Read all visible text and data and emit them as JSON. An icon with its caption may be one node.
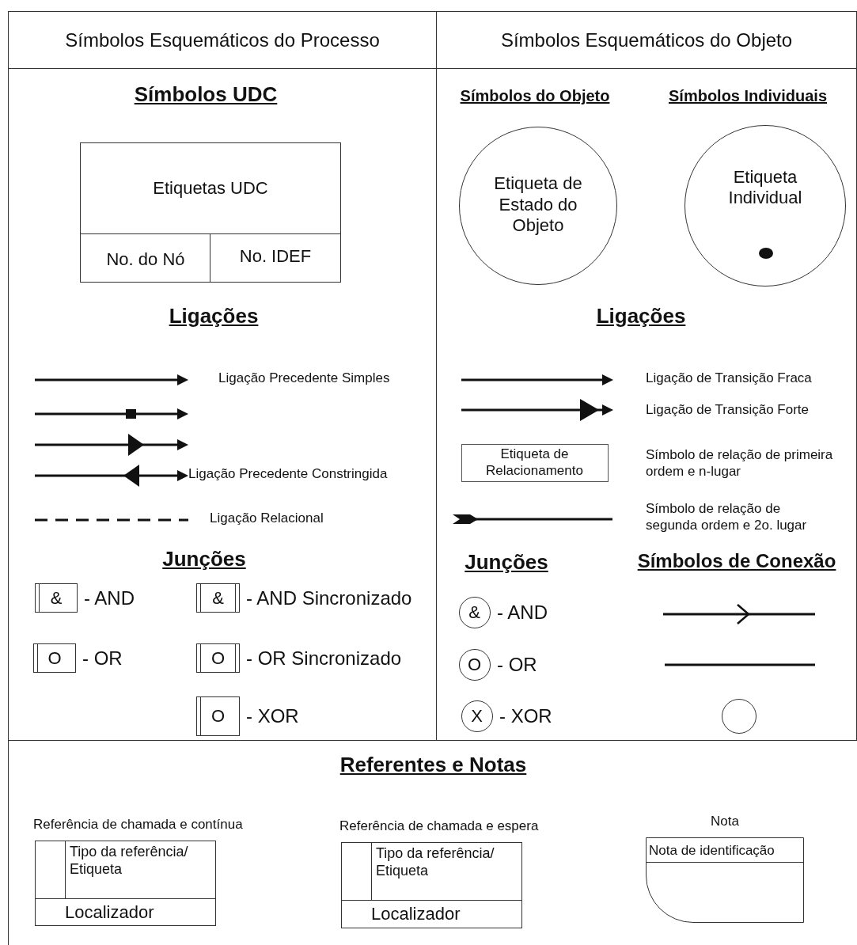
{
  "diagram": {
    "nodes": [
      {
        "text": [
          "Símbolos Esquemáticos do Processo"
        ]
      },
      {
        "text": [
          "Etiquetas UDC",
          "No. do Nó",
          "No. IDEF"
        ],
        "in": 0
      },
      {
        "text": [
          "&"
        ],
        "in": 0,
        "beside": [
          "- AND"
        ]
      },
      {
        "text": [
          "&"
        ],
        "in": 0,
        "beside": [
          "- AND Sincronizado"
        ]
      },
      {
        "text": [
          "O"
        ],
        "in": 0,
        "beside": [
          "- OR"
        ]
      },
      {
        "text": [
          "O"
        ],
        "in": 0,
        "beside": [
          "- OR Sincronizado"
        ]
      },
      {
        "text": [
          "O"
        ],
        "in": 0,
        "beside": [
          "- XOR"
        ]
      },
      {
        "text": [
          "Símbolos Esquemáticos do Objeto"
        ]
      },
      {
        "text": [
          "Etiqueta de Estado do Objeto"
        ],
        "in": 7
      },
      {
        "text": [
          "Etiqueta Individual"
        ],
        "in": 7
      },
      {
        "text": [
          "Etiqueta de Relacionamento"
        ],
        "in": 7,
        "beside": [
          "Símbolo de relação de primeira ordem e n-lugar"
        ]
      },
      {
        "text": [
          "&"
        ],
        "in": 7,
        "beside": [
          "- AND"
        ]
      },
      {
        "text": [
          "O"
        ],
        "in": 7,
        "beside": [
          "- OR"
        ]
      },
      {
        "text": [
          "X"
        ],
        "in": 7,
        "beside": [
          "- XOR"
        ]
      },
      {
        "text": [],
        "shape": "circle",
        "in": 7
      },
      {
        "text": [
          "Referentes e Notas"
        ]
      },
      {
        "text": [
          "Tipo da referência/ Etiqueta",
          "Localizador"
        ],
        "in": 15,
        "beside": [
          "Referência de chamada e contínua"
        ]
      },
      {
        "text": [
          "Tipo da referência/ Etiqueta",
          "Localizador"
        ],
        "in": 15,
        "beside": [
          "Referência de chamada e espera"
        ]
      },
      {
        "text": [
          "Nota de identificação"
        ],
        "in": 15,
        "beside": [
          "Nota"
        ]
      }
    ],
    "labels": [
      "Símbolos UDC",
      "Ligações",
      "Ligação Precedente Simples",
      "Ligação Precedente Constringida",
      "Ligação Relacional",
      "Junções",
      "Símbolos do Objeto",
      "Símbolos Individuais",
      "Ligações",
      "Ligação de Transição Fraca",
      "Ligação de Transição Forte",
      "Símbolo de relação de segunda ordem e 2o. lugar",
      "Junções",
      "Símbolos de Conexão"
    ]
  }
}
